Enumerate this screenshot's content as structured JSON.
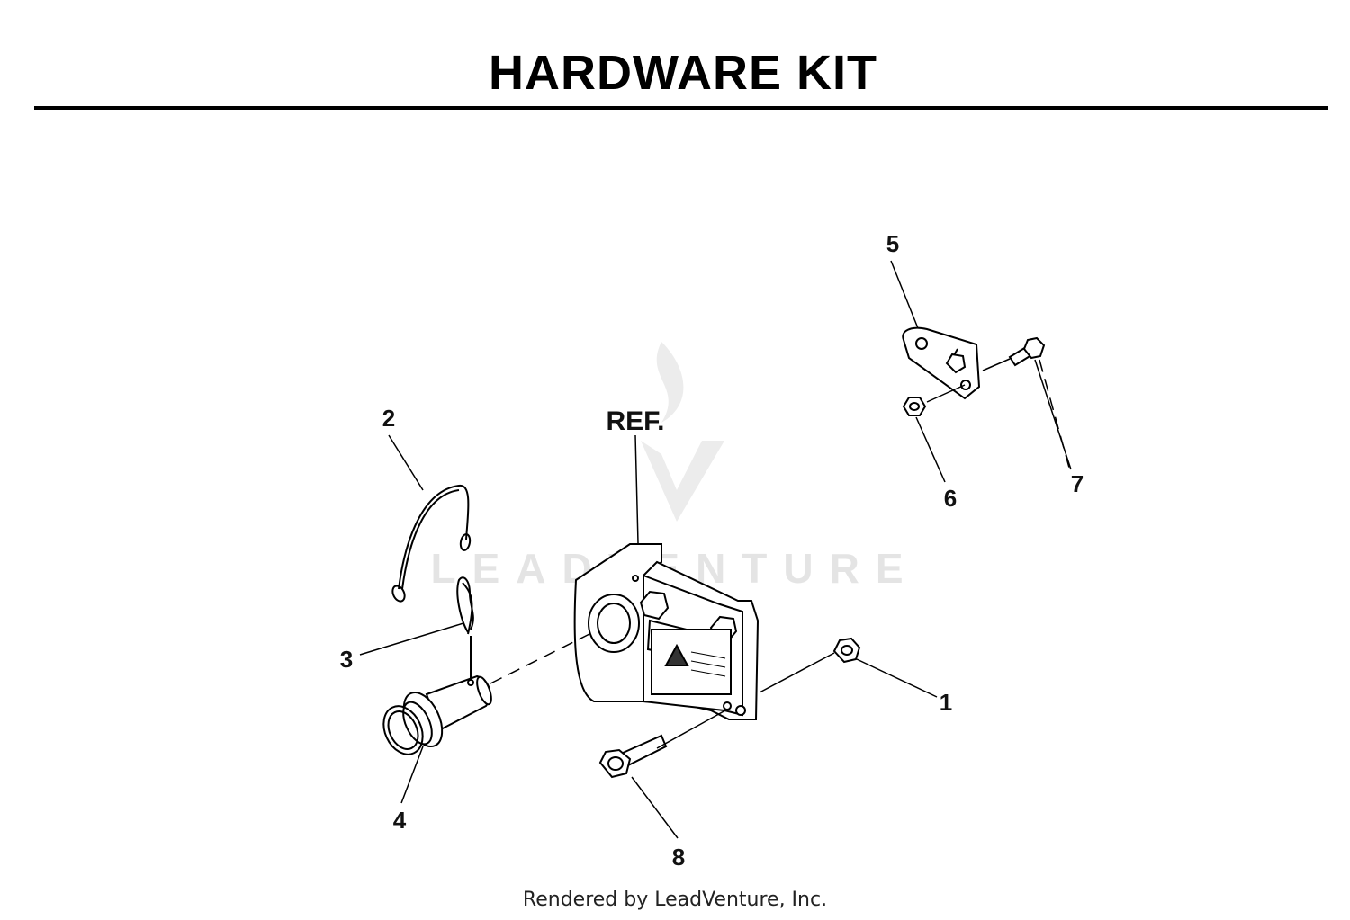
{
  "title": "HARDWARE KIT",
  "reference_label": "REF.",
  "callouts": {
    "c1": "1",
    "c2": "2",
    "c3": "3",
    "c4": "4",
    "c5": "5",
    "c6": "6",
    "c7": "7",
    "c8": "8"
  },
  "watermark": "LEADVENTURE",
  "footer": "Rendered by LeadVenture, Inc."
}
